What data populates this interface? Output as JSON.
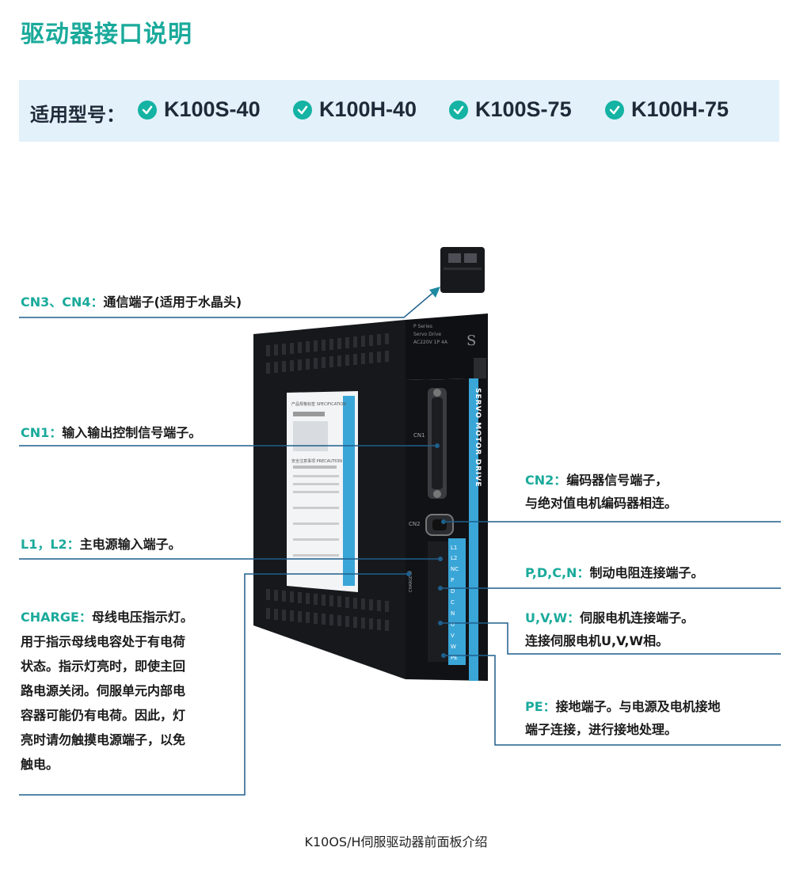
{
  "page": {
    "title": "驱动器接口说明",
    "caption": "K10OS/H伺服驱动器前面板介绍"
  },
  "models": {
    "label": "适用型号：",
    "items": [
      "K100S-40",
      "K100H-40",
      "K100S-75",
      "K100H-75"
    ]
  },
  "callouts": {
    "cn3_cn4": {
      "tag": "CN3、CN4：",
      "text": "通信端子(适用于水晶头)"
    },
    "cn1": {
      "tag": "CN1：",
      "text": "输入输出控制信号端子。"
    },
    "l1_l2": {
      "tag": "L1，L2：",
      "text": "主电源输入端子。"
    },
    "charge": {
      "tag": "CHARGE：",
      "line1": "母线电压指示灯。",
      "line2": "用于指示母线电容处于有电荷",
      "line3": "状态。指示灯亮时，即使主回",
      "line4": "路电源关闭。伺服单元内部电",
      "line5": "容器可能仍有电荷。因此，灯",
      "line6": "亮时请勿触摸电源端子，以免",
      "line7": "触电。"
    },
    "cn2": {
      "tag": "CN2：",
      "line1": "编码器信号端子，",
      "line2": "与绝对值电机编码器相连。"
    },
    "pdcn": {
      "tag": "P,D,C,N：",
      "text": "制动电阻连接端子。"
    },
    "uvw": {
      "tag": "U,V,W：",
      "line1": "伺服电机连接端子。",
      "line2": "连接伺服电机U,V,W相。"
    },
    "pe": {
      "tag": "PE：",
      "line1": "接地端子。与电源及电机接地",
      "line2": "端子连接，进行接地处理。"
    }
  },
  "device": {
    "strip_text": "SERVO MOTOR DRIVE",
    "top_label1": "P Series",
    "top_label2": "Servo Drive",
    "top_label3": "AC220V 1P 4A",
    "logo_letter": "S",
    "cn1_label": "CN1",
    "cn2_label": "CN2",
    "charge_label": "CHARGE",
    "terminals": [
      "L1",
      "L2",
      "NC",
      "P",
      "D",
      "C",
      "N",
      "U",
      "V",
      "W",
      "PE"
    ],
    "sticker_title": "产品规格标签 SPECIFICATION",
    "sticker_precaution": "安全注意事项 PRECAUTION"
  },
  "colors": {
    "accent": "#1aaa9b",
    "line": "#1e5f8c",
    "models_bg": "#e3f1fa",
    "strip": "#3aa6d8"
  }
}
